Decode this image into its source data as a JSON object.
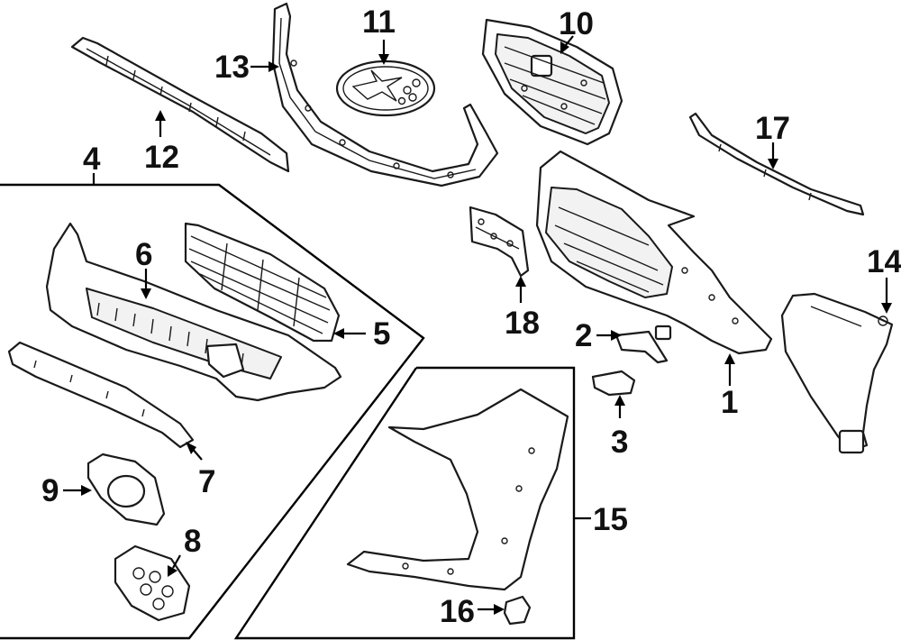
{
  "diagram": {
    "callouts": {
      "c1": "1",
      "c2": "2",
      "c3": "3",
      "c4": "4",
      "c5": "5",
      "c6": "6",
      "c7": "7",
      "c8": "8",
      "c9": "9",
      "c10": "10",
      "c11": "11",
      "c12": "12",
      "c13": "13",
      "c14": "14",
      "c15": "15",
      "c16": "16",
      "c17": "17",
      "c18": "18"
    },
    "colors": {
      "ink": "#1a1a1a",
      "background": "#ffffff"
    }
  }
}
